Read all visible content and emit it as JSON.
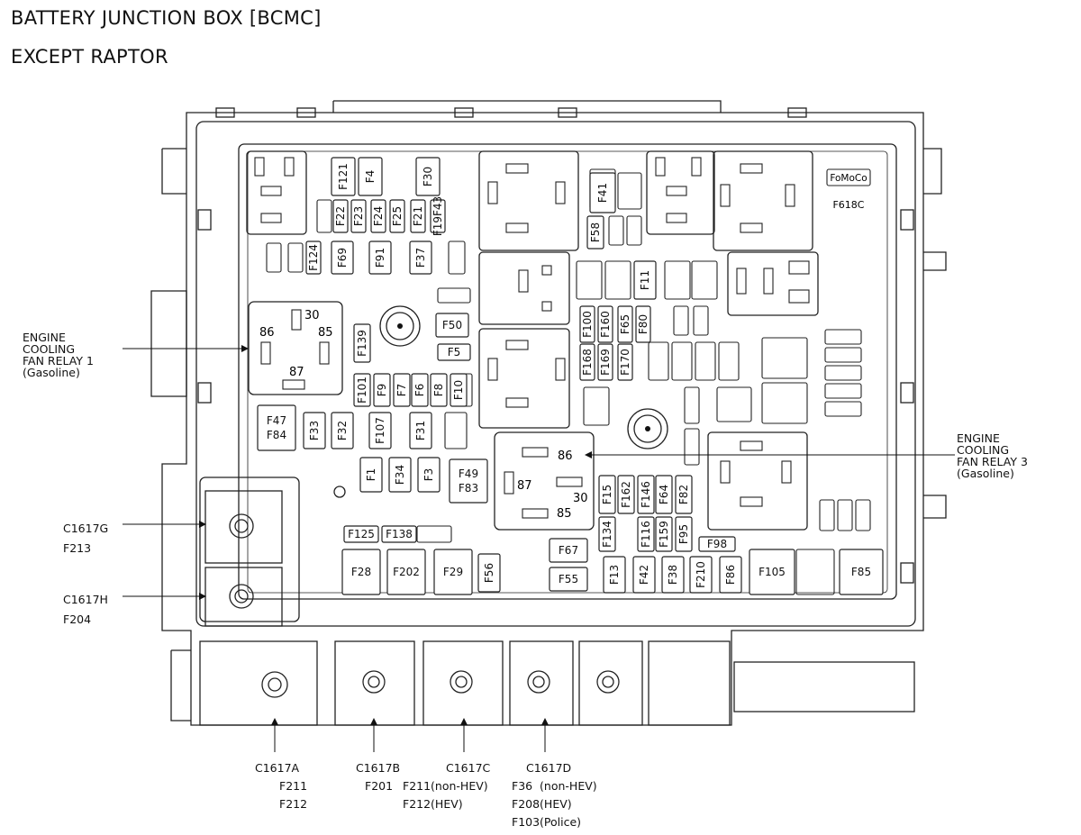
{
  "title": "BATTERY JUNCTION BOX [BCMC]",
  "subtitle": "EXCEPT RAPTOR",
  "box_marks": {
    "brand": "FoMoCo",
    "part": "F618C"
  },
  "relays": {
    "relay1": {
      "pins": [
        "30",
        "86",
        "85",
        "87"
      ]
    },
    "relay3": {
      "pins": [
        "86",
        "87",
        "30",
        "85"
      ]
    }
  },
  "fuses": {
    "f121": "F121",
    "f4": "F4",
    "f30": "F30",
    "f22": "F22",
    "f23": "F23",
    "f24": "F24",
    "f25": "F25",
    "f21": "F21",
    "f19f43": "F19F43",
    "f124": "F124",
    "f69": "F69",
    "f91": "F91",
    "f37": "F37",
    "f50": "F50",
    "f5": "F5",
    "f139": "F139",
    "f101": "F101",
    "f9": "F9",
    "f7": "F7",
    "f6": "F6",
    "f8": "F8",
    "f10": "F10",
    "f47": "F47",
    "f84": "F84",
    "f33": "F33",
    "f32": "F32",
    "f107": "F107",
    "f31": "F31",
    "f1": "F1",
    "f34": "F34",
    "f3": "F3",
    "f49": "F49",
    "f83": "F83",
    "f125": "F125",
    "f138": "F138",
    "f28": "F28",
    "f202": "F202",
    "f29": "F29",
    "f56": "F56",
    "f41": "F41",
    "f58": "F58",
    "f11": "F11",
    "f100": "F100",
    "f160": "F160",
    "f65": "F65",
    "f80": "F80",
    "f168": "F168",
    "f169": "F169",
    "f170": "F170",
    "f15": "F15",
    "f162": "F162",
    "f146": "F146",
    "f64": "F64",
    "f82": "F82",
    "f134": "F134",
    "f116": "F116",
    "f159": "F159",
    "f95": "F95",
    "f98": "F98",
    "f67": "F67",
    "f55": "F55",
    "f13": "F13",
    "f42": "F42",
    "f38": "F38",
    "f210": "F210",
    "f86": "F86",
    "f105": "F105",
    "f85": "F85"
  },
  "callouts": {
    "relay1": [
      "ENGINE",
      "COOLING",
      "FAN RELAY 1",
      "(Gasoline)"
    ],
    "relay3": [
      "ENGINE",
      "COOLING",
      "FAN RELAY 3",
      "(Gasoline)"
    ],
    "c1617g": [
      "C1617G",
      "F213"
    ],
    "c1617h": [
      "C1617H",
      "F204"
    ],
    "c1617a": [
      "C1617A",
      "F211",
      "F212"
    ],
    "c1617b": [
      "C1617B",
      "F201"
    ],
    "c1617c": [
      "C1617C",
      "F211(non-HEV)",
      "F212(HEV)"
    ],
    "c1617d": [
      "C1617D",
      "F36  (non-HEV)",
      "F208(HEV)",
      "F103(Police)"
    ]
  }
}
